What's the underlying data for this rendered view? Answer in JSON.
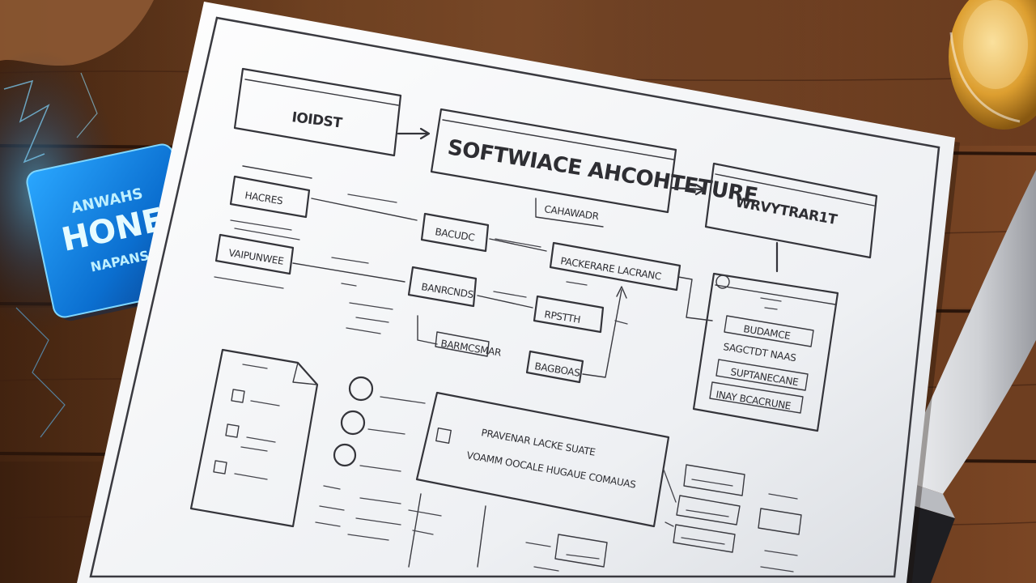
{
  "photo": {
    "subject": "hand-drawn diagram sheet on wooden table",
    "palette": {
      "table_dark": "#3b1f0e",
      "table_mid": "#6b3c1c",
      "table_light": "#8a5630",
      "paper": "#f3f4f6",
      "ink": "#34343a",
      "glow": "#38b6ff",
      "knife_blade": "#d9dadd",
      "knife_handle": "#1e1e22",
      "glass": "#e3a431"
    }
  },
  "diagram": {
    "labels": {
      "top_left_box": "IOIDST",
      "main_title": "SOFTWIACE AHCOHTETURE",
      "right_box": "WRVYTRAR1T",
      "under_title": "CAHAWADR",
      "left_box_1": "HACRES",
      "left_box_2": "VAIPUNWEE",
      "center_box_1": "BACUDC",
      "center_box_2": "BANRCNDS",
      "center_box_3": "RPSTTH",
      "center_box_4": "PACKERARE LACRANC",
      "small_box_1": "BARMCSMAR",
      "small_box_2": "BAGBOAS",
      "panel_row_1": "BUDAMCE",
      "panel_row_2": "SAGCTDT NAAS",
      "panel_row_3": "SUPTANECANE",
      "panel_row_4": "INAY BCACRUNE",
      "bottom_box": "PRAVENAR LACKE SUATE",
      "bottom_box_line2": "VOAMM OOCALE HUGAUE COMAUAS"
    }
  },
  "glow_tile": {
    "line_1": "ANWAHS",
    "line_2": "HONE",
    "line_3": "NAPANS"
  }
}
